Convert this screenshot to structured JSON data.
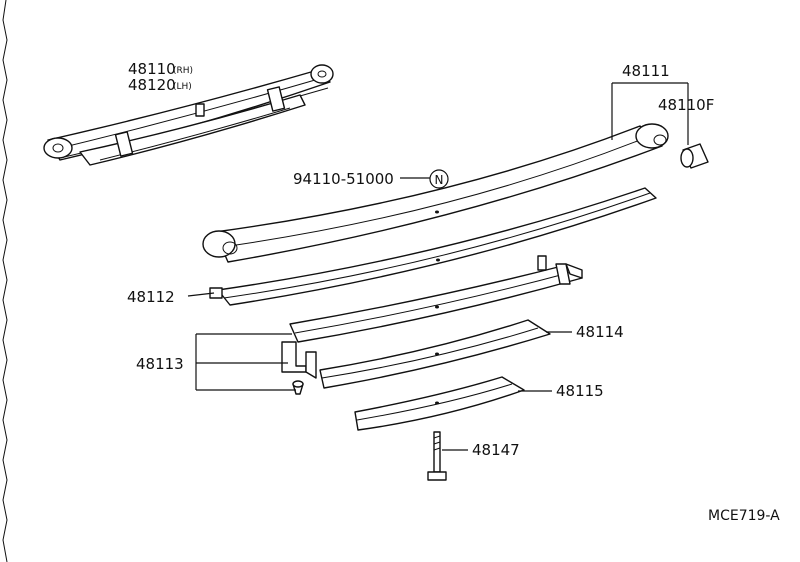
{
  "diagram": {
    "figure_code": "MCE719-A",
    "labels": {
      "assembly_rh": "48110",
      "assembly_rh_suffix": "(RH)",
      "assembly_lh": "48120",
      "assembly_lh_suffix": "(LH)",
      "spring_no1": "48111",
      "bushing": "48110F",
      "rivet": "94110-51000",
      "n_mark": "N",
      "spring_no2": "48112",
      "clip": "48113",
      "spring_no3": "48114",
      "spring_no4": "48115",
      "center_bolt": "48147"
    }
  }
}
